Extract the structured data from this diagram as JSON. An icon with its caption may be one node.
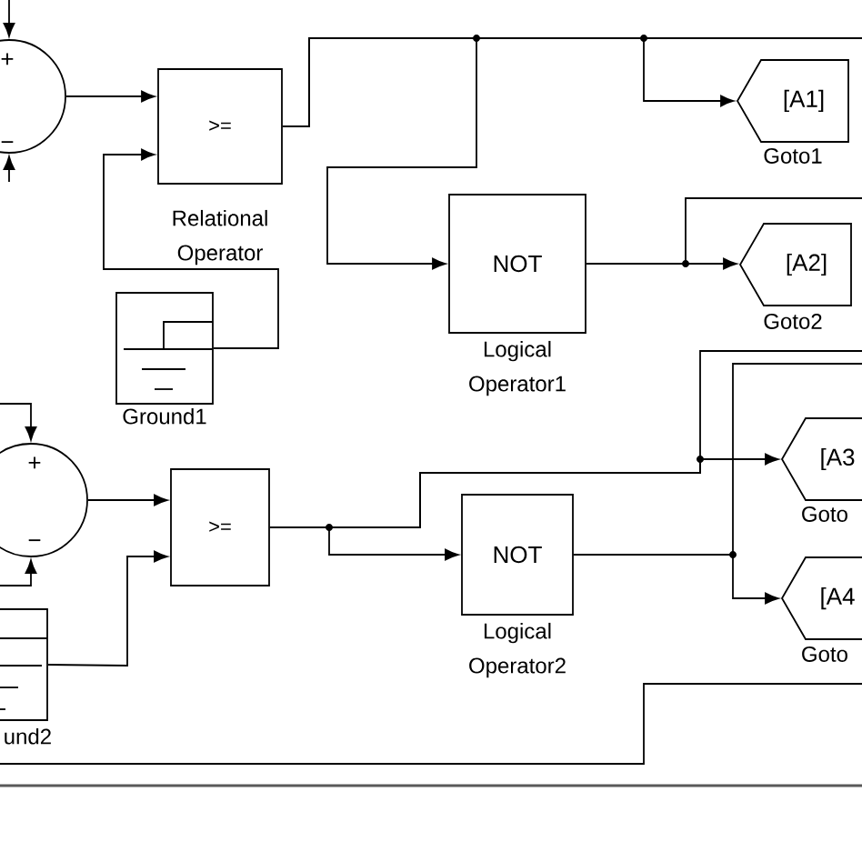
{
  "diagram": {
    "nodes": [
      {
        "text": [
          "+",
          "−"
        ]
      },
      {
        "text": [
          ">="
        ],
        "beside": [
          "Relational Operator"
        ]
      },
      {
        "text": [],
        "shape": "box",
        "beside": [
          "Ground1"
        ]
      },
      {
        "text": [
          "NOT"
        ],
        "beside": [
          "Logical Operator1"
        ]
      },
      {
        "text": [
          "[A1]"
        ],
        "beside": [
          "Goto1"
        ]
      },
      {
        "text": [
          "[A2]"
        ],
        "beside": [
          "Goto2"
        ]
      },
      {
        "text": [
          "+",
          "−"
        ]
      },
      {
        "text": [
          ">="
        ]
      },
      {
        "text": [],
        "shape": "box",
        "beside": [
          "und2"
        ]
      },
      {
        "text": [
          "NOT"
        ],
        "beside": [
          "Logical Operator2"
        ]
      },
      {
        "text": [
          "[A3"
        ],
        "beside": [
          "Goto"
        ]
      },
      {
        "text": [
          "[A4"
        ],
        "beside": [
          "Goto"
        ]
      }
    ],
    "edges": [
      {
        "from": null,
        "to": 0,
        "arrow": "to"
      },
      {
        "from": null,
        "to": 0,
        "arrow": "to"
      },
      {
        "from": 0,
        "to": 1,
        "arrow": "to"
      },
      {
        "from": 2,
        "to": 1,
        "arrow": "to"
      },
      {
        "from": 1,
        "to": 3,
        "arrow": "to"
      },
      {
        "from": 1,
        "to": 4,
        "arrow": "to"
      },
      {
        "from": 1,
        "to": null,
        "arrow": "none"
      },
      {
        "from": 3,
        "to": 5,
        "arrow": "to"
      },
      {
        "from": 3,
        "to": null,
        "arrow": "none"
      },
      {
        "from": null,
        "to": 6,
        "arrow": "to"
      },
      {
        "from": null,
        "to": 6,
        "arrow": "to"
      },
      {
        "from": 6,
        "to": 7,
        "arrow": "to"
      },
      {
        "from": 8,
        "to": 7,
        "arrow": "to"
      },
      {
        "from": 7,
        "to": 10,
        "arrow": "to"
      },
      {
        "from": 7,
        "to": 9,
        "arrow": "to"
      },
      {
        "from": 7,
        "to": null,
        "arrow": "none"
      },
      {
        "from": 9,
        "to": 11,
        "arrow": "to"
      },
      {
        "from": 9,
        "to": null,
        "arrow": "none"
      }
    ]
  }
}
